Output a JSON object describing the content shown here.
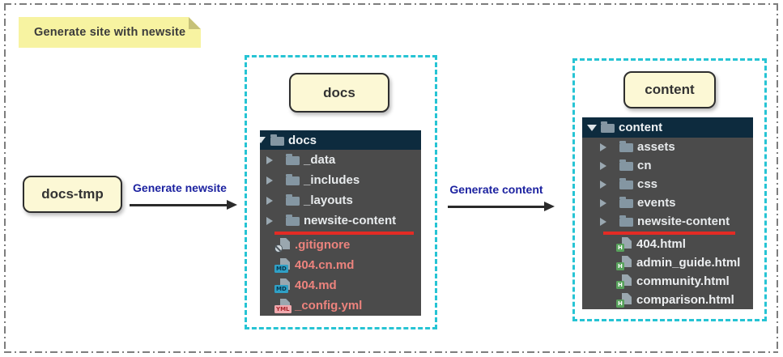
{
  "note": {
    "text": "Generate site with newsite"
  },
  "nodes": {
    "docs_tmp": "docs-tmp",
    "docs": "docs",
    "content": "content"
  },
  "arrows": {
    "first": "Generate newsite",
    "second": "Generate content"
  },
  "badges": {
    "md": "MD",
    "yml": "YML",
    "html": "H"
  },
  "panels": {
    "docs": {
      "root": "docs",
      "items": [
        {
          "type": "folder",
          "label": "_data"
        },
        {
          "type": "folder",
          "label": "_includes"
        },
        {
          "type": "folder",
          "label": "_layouts"
        },
        {
          "type": "folder",
          "label": "newsite-content",
          "underlined": true
        },
        {
          "type": "file",
          "kind": "gitignore",
          "label": ".gitignore"
        },
        {
          "type": "file",
          "kind": "md",
          "label": "404.cn.md"
        },
        {
          "type": "file",
          "kind": "md",
          "label": "404.md"
        },
        {
          "type": "file",
          "kind": "yml",
          "label": "_config.yml"
        }
      ]
    },
    "content": {
      "root": "content",
      "items": [
        {
          "type": "folder",
          "label": "assets"
        },
        {
          "type": "folder",
          "label": "cn"
        },
        {
          "type": "folder",
          "label": "css"
        },
        {
          "type": "folder",
          "label": "events"
        },
        {
          "type": "folder",
          "label": "newsite-content",
          "underlined": true
        },
        {
          "type": "file",
          "kind": "html",
          "label": "404.html"
        },
        {
          "type": "file",
          "kind": "html",
          "label": "admin_guide.html"
        },
        {
          "type": "file",
          "kind": "html",
          "label": "community.html"
        },
        {
          "type": "file",
          "kind": "html",
          "label": "comparison.html"
        }
      ]
    }
  },
  "colors": {
    "accent_cyan": "#26c4d4",
    "underline_red": "#e32b24",
    "tree_header_navy": "#0d2b3e",
    "tree_body_gray": "#4b4b4b",
    "note_yellow": "#f7f3a1",
    "node_cream": "#fcf8d5",
    "arrow_label_navy": "#1c22a0",
    "modified_file_salmon": "#ec837d"
  }
}
